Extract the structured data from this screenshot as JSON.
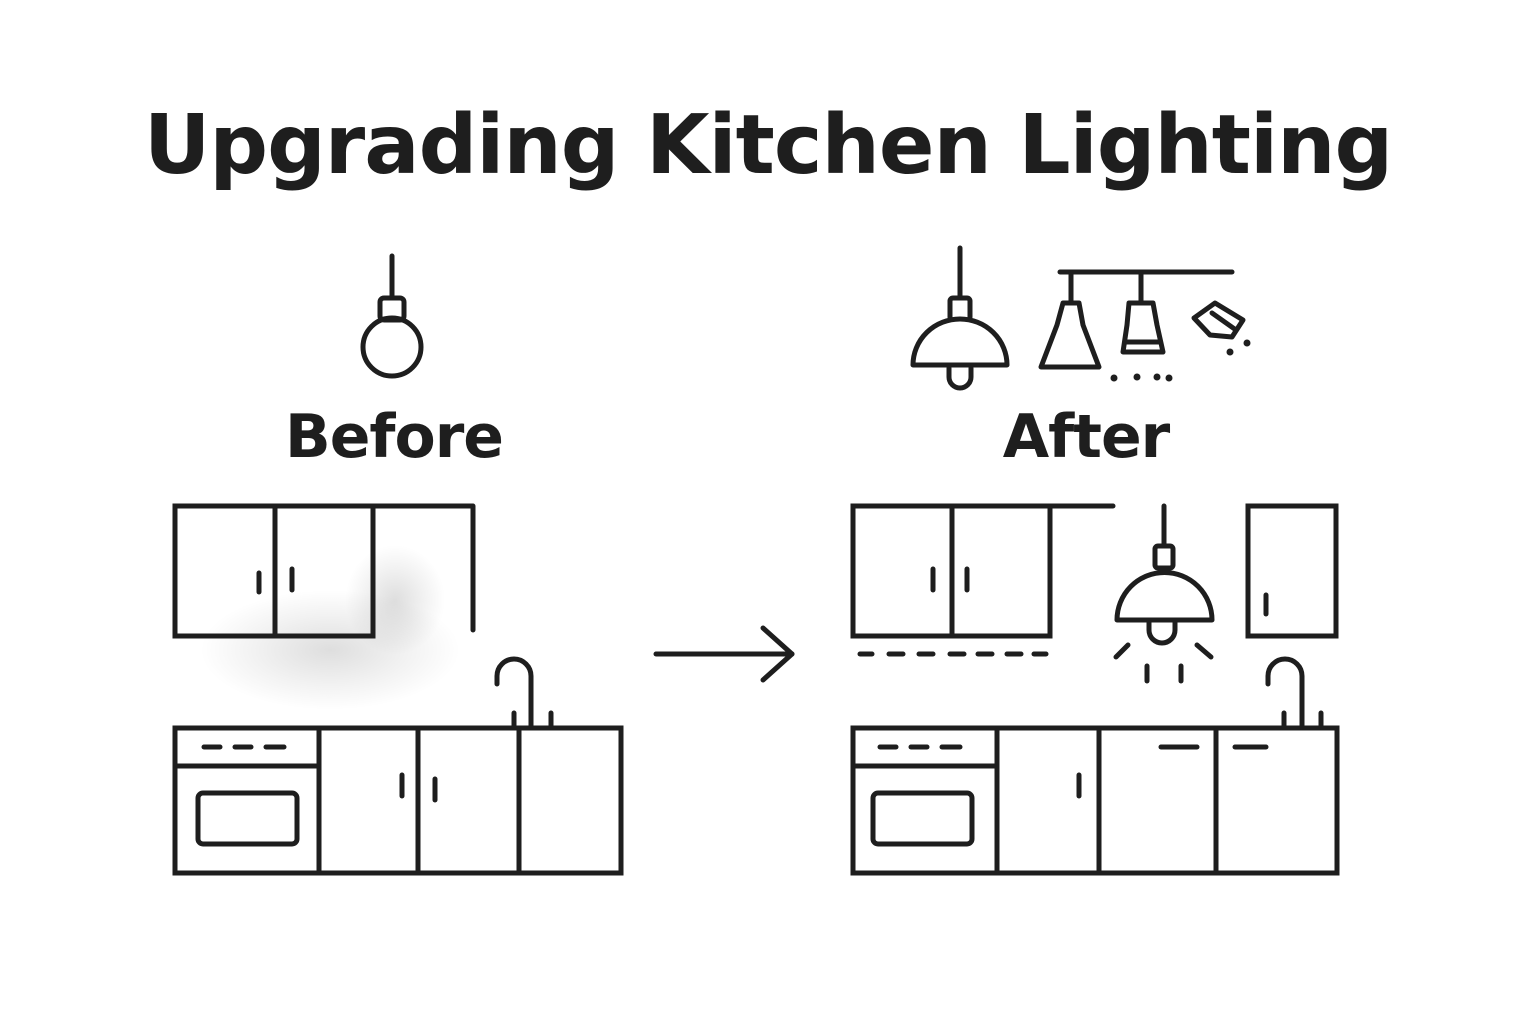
{
  "title": "Upgrading Kitchen Lighting",
  "before": {
    "label": "Before"
  },
  "after": {
    "label": "After"
  },
  "colors": {
    "ink": "#1e1e1e",
    "background": "#ffffff"
  }
}
